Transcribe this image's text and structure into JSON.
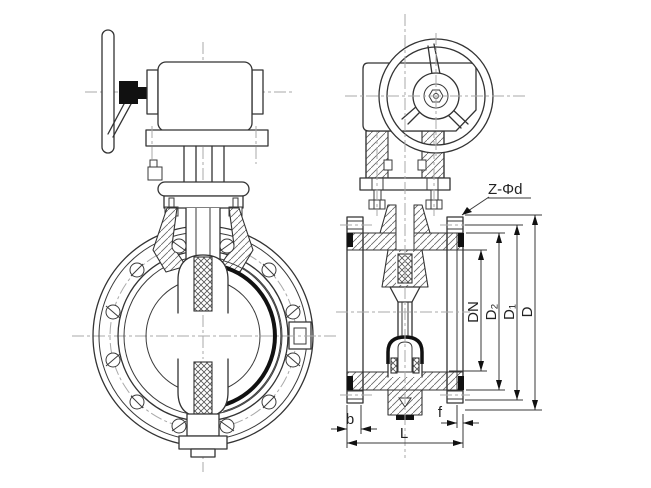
{
  "labels": {
    "bolt_holes_callout": "Z-Φd",
    "nominal_bore": "DN",
    "face_diameter": "D₂",
    "bolt_circle_diameter": "D₁",
    "flange_outer_diameter": "D",
    "flange_thickness": "b",
    "face_to_face_length": "L",
    "raised_face_height": "f"
  },
  "colors": {
    "background": "#ffffff",
    "line": "#333333",
    "centerline": "#a9a9a9",
    "seat_ring": "#111111"
  }
}
